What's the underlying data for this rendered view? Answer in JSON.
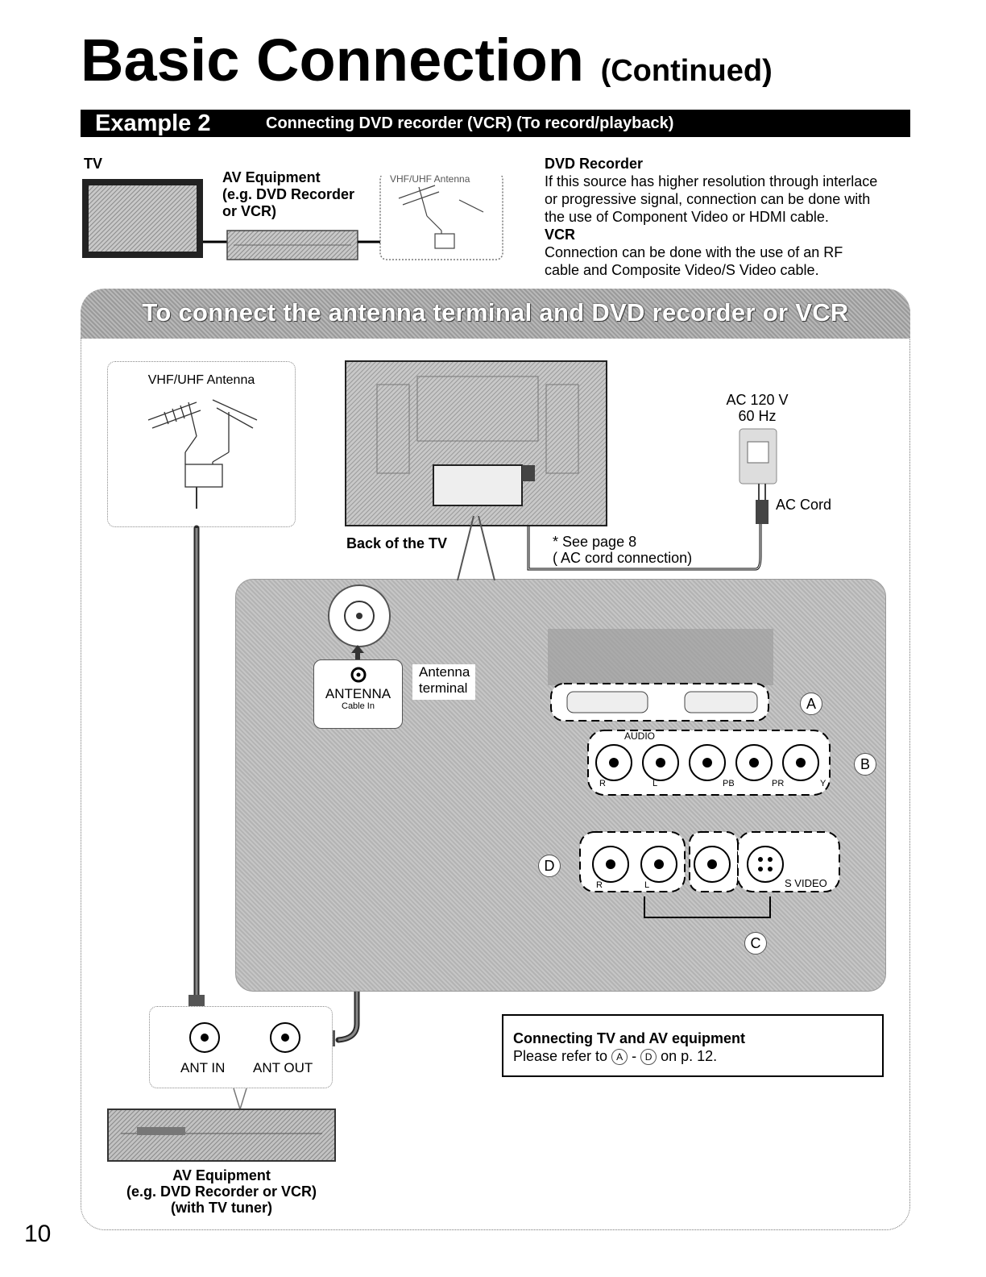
{
  "header": {
    "title": "Basic Connection",
    "subtitle": "(Continued)"
  },
  "example": {
    "label": "Example 2",
    "description": "Connecting DVD recorder (VCR) (To record/playback)"
  },
  "overview": {
    "tv_label": "TV",
    "av_equipment_lines": [
      "AV Equipment",
      "(e.g. DVD Recorder",
      "or VCR)"
    ],
    "antenna_label": "VHF/UHF Antenna"
  },
  "notes": {
    "dvd_heading": "DVD Recorder",
    "dvd_lines": [
      "If this source has higher resolution through interlace",
      "or progressive signal, connection can be done with",
      "the use of Component Video or HDMI cable."
    ],
    "vcr_heading": "VCR",
    "vcr_lines": [
      "Connection can be done with the use of an RF",
      "cable and Composite Video/S Video cable."
    ]
  },
  "panel": {
    "banner": "To connect the antenna terminal and DVD recorder or VCR",
    "antenna_label": "VHF/UHF Antenna",
    "back_of_tv": "Back of the TV",
    "ac_voltage": "AC 120 V",
    "ac_freq": "60 Hz",
    "ac_cord": "AC Cord",
    "see_page_lines": [
      "* See page 8",
      "( AC cord connection)"
    ],
    "antenna_terminal_lines": [
      "Antenna",
      "terminal"
    ],
    "antenna_port_label": "ANTENNA",
    "cable_in": "Cable In",
    "audio_label": "AUDIO",
    "jack_labels_b": [
      "R",
      "L",
      "PB",
      "PR",
      "Y"
    ],
    "jack_labels_d": [
      "R",
      "L"
    ],
    "s_video": "S VIDEO",
    "callouts": [
      "A",
      "B",
      "C",
      "D"
    ],
    "ant_in": "ANT IN",
    "ant_out": "ANT OUT",
    "av_equipment_lines": [
      "AV Equipment",
      "(e.g. DVD Recorder or VCR)",
      "(with TV tuner)"
    ]
  },
  "info_box": {
    "heading": "Connecting TV and AV equipment",
    "text_before": "Please refer to",
    "from_letter": "A",
    "dash": "-",
    "to_letter": "D",
    "text_after": "on p. 12."
  },
  "page_number": "10"
}
